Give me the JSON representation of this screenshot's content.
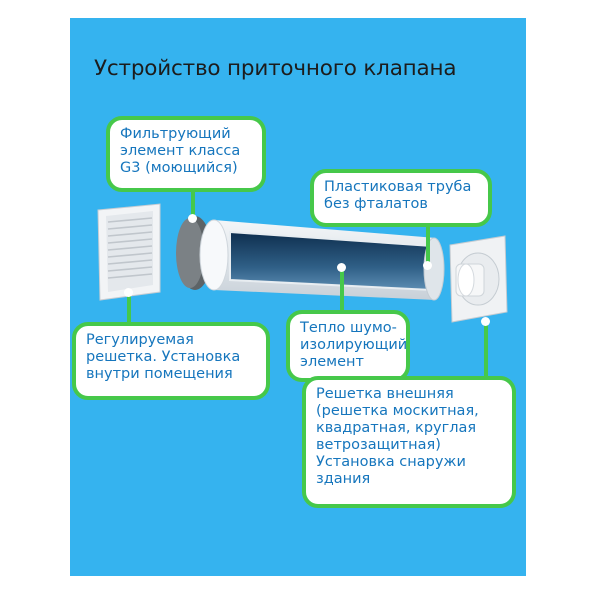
{
  "title": "Устройство приточного клапана",
  "callouts": {
    "filter": {
      "lines": [
        "Фильтрующий",
        "элемент класса",
        "G3 (моющийся)"
      ]
    },
    "pipe": {
      "lines": [
        "Пластиковая труба",
        "без фталатов"
      ]
    },
    "grille_inner": {
      "lines": [
        "Регулируемая",
        "решетка. Установка",
        "внутри помещения"
      ]
    },
    "insulation": {
      "lines": [
        "Тепло шумо-",
        "изолирующий",
        "элемент"
      ]
    },
    "grille_outer": {
      "lines": [
        "Решетка внешняя",
        "(решетка москитная,",
        "квадратная, круглая",
        "ветрозащитная)",
        "Установка снаружи",
        "здания"
      ]
    }
  },
  "colors": {
    "panel": "#35b3ef",
    "callout_border": "#46c84a",
    "callout_text": "#1676bd",
    "title": "#1c1c1c"
  }
}
